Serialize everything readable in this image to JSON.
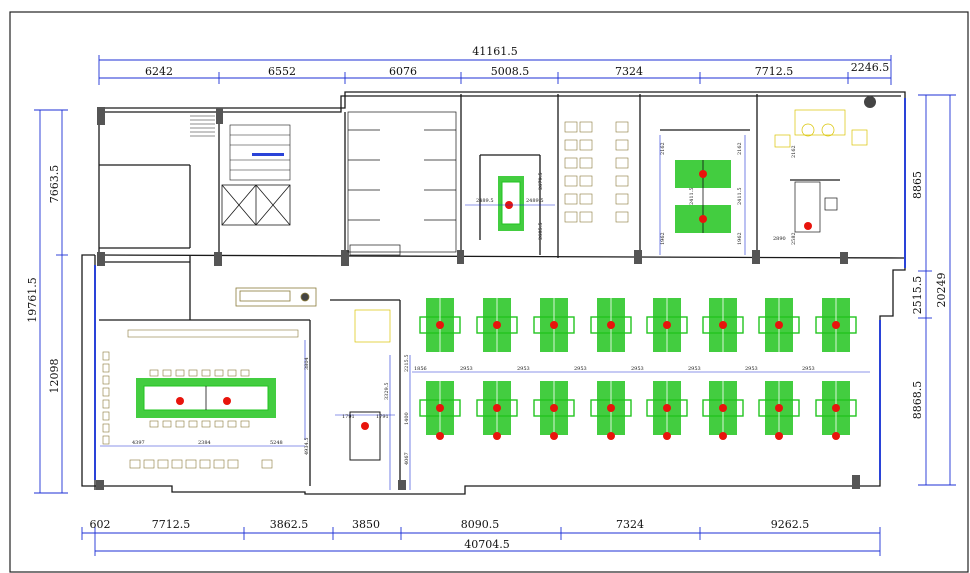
{
  "colors": {
    "wall": "#1a1a1a",
    "dimension": "#1c2fd6",
    "desk": "#22c41f",
    "marker": "#e8140c",
    "furniture": "#8a7a3a",
    "label": "#d9c400",
    "window": "#2a43d8"
  },
  "dimensions": {
    "top_total": "41161.5",
    "top_segments": [
      "6242",
      "6552",
      "6076",
      "5008.5",
      "7324",
      "7712.5",
      "2246.5"
    ],
    "bottom_total": "40704.5",
    "bottom_segments": [
      "602",
      "7712.5",
      "3862.5",
      "3850",
      "8090.5",
      "7324",
      "9262.5"
    ],
    "left_total": "19761.5",
    "left_segments": [
      "7663.5",
      "12098"
    ],
    "right_total": "20249",
    "right_segments": [
      "8865",
      "2515.5",
      "8868.5"
    ]
  },
  "inner_dims": {
    "meeting_top": [
      "2489.5",
      "2489.5",
      "2679.5",
      "2685.5"
    ],
    "pods_mid": [
      "2162",
      "2162",
      "2411.5",
      "2411.5",
      "1962",
      "1962"
    ],
    "office_right": [
      "2162",
      "2890",
      "2582"
    ],
    "board": [
      "4397",
      "2384",
      "5248",
      "3804",
      "4934.5"
    ],
    "center": [
      "1791",
      "1791",
      "3329.5",
      "1400",
      "4067",
      "2215.5"
    ],
    "workstation_row": [
      "1856",
      "2953",
      "2953",
      "2953",
      "2953",
      "2953",
      "2953",
      "2953"
    ]
  }
}
